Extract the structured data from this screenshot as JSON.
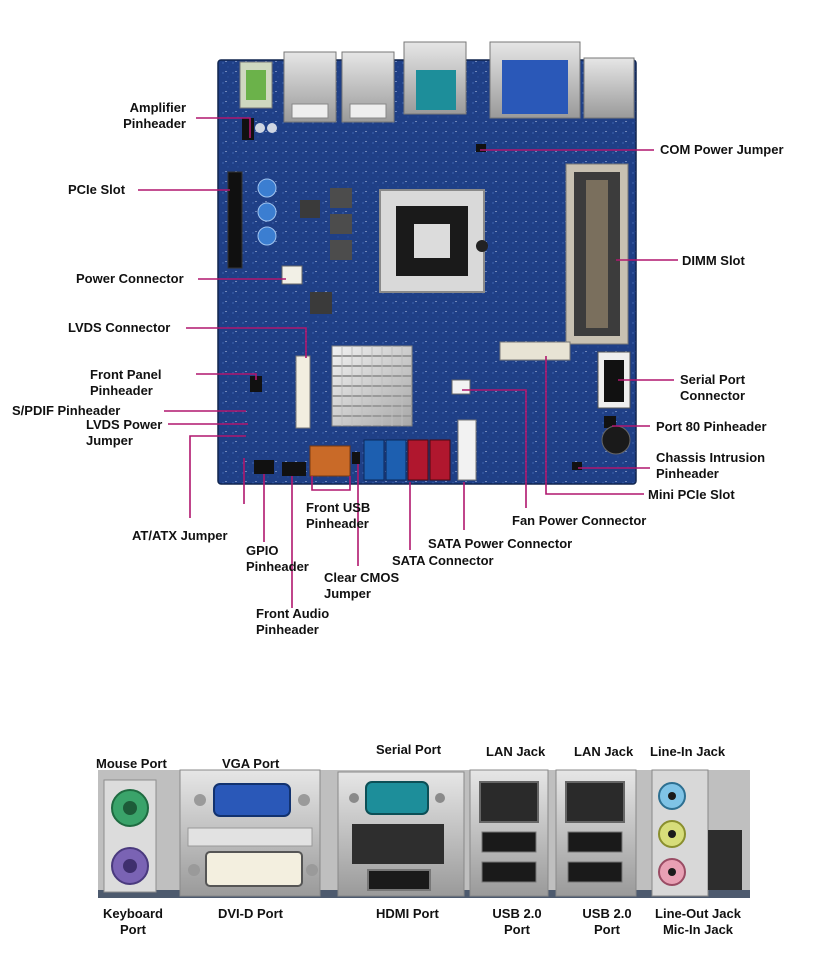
{
  "board": {
    "labels": {
      "amplifier": [
        "Amplifier",
        "Pinheader"
      ],
      "pcie": "PCIe Slot",
      "power_connector": "Power Connector",
      "lvds_connector": "LVDS Connector",
      "front_panel": [
        "Front Panel",
        "Pinheader"
      ],
      "spdif": "S/PDIF Pinheader",
      "lvds_power": [
        "LVDS Power",
        "Jumper"
      ],
      "at_atx": "AT/ATX Jumper",
      "gpio": [
        "GPIO",
        "Pinheader"
      ],
      "front_audio": [
        "Front Audio",
        "Pinheader"
      ],
      "front_usb": [
        "Front USB",
        "Pinheader"
      ],
      "clear_cmos": [
        "Clear CMOS",
        "Jumper"
      ],
      "sata_connector": "SATA Connector",
      "sata_power": "SATA Power Connector",
      "fan_power": "Fan Power Connector",
      "com_power": "COM Power Jumper",
      "dimm": "DIMM Slot",
      "serial_port_connector": [
        "Serial Port",
        "Connector"
      ],
      "port80": "Port 80 Pinheader",
      "chassis": [
        "Chassis Intrusion",
        "Pinheader"
      ],
      "mini_pcie": "Mini PCIe Slot"
    }
  },
  "io": {
    "labels": {
      "mouse": "Mouse Port",
      "vga": "VGA Port",
      "serial": "Serial Port",
      "lan1": "LAN Jack",
      "lan2": "LAN Jack",
      "line_in": "Line-In Jack",
      "keyboard": [
        "Keyboard",
        "Port"
      ],
      "dvid": "DVI-D Port",
      "hdmi": "HDMI Port",
      "usb1": [
        "USB 2.0",
        "Port"
      ],
      "usb2": [
        "USB 2.0",
        "Port"
      ],
      "line_out": [
        "Line-Out Jack",
        "Mic-In Jack"
      ]
    }
  },
  "colors": {
    "pcb": "#1f3f86",
    "pcb_dark": "#152d66",
    "leader": "#b0176e",
    "chrome": "#c9c9c9",
    "vga_blue": "#2a58b8",
    "teal": "#1d8e9a",
    "sata_blue": "#1d5fb0",
    "ps2_green": "#3aa36a",
    "ps2_purple": "#7a63b4"
  }
}
